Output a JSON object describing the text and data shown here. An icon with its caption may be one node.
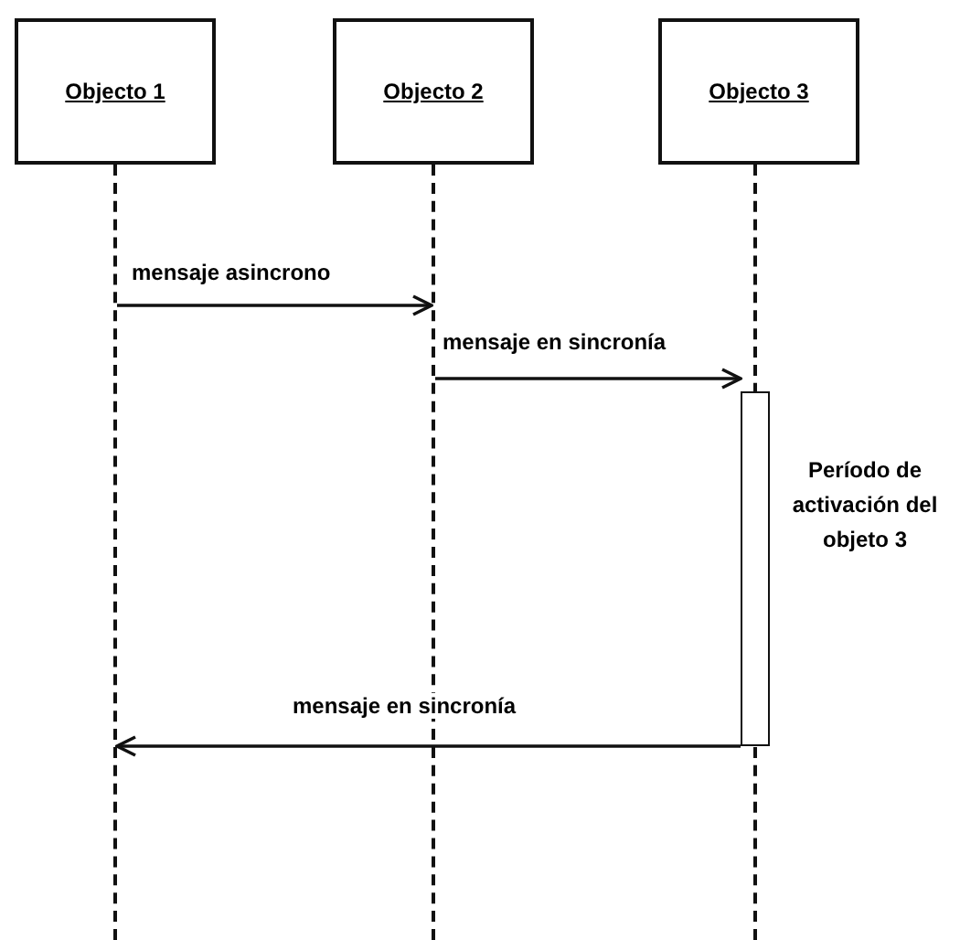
{
  "diagram": {
    "nodes": [
      {
        "text": [
          "Objecto 1"
        ]
      },
      {
        "text": [
          "Objecto 2"
        ]
      },
      {
        "text": [
          "Objecto 3"
        ]
      },
      {
        "text": [],
        "shape": "line"
      },
      {
        "text": [],
        "shape": "line"
      },
      {
        "text": [],
        "shape": "line"
      },
      {
        "text": [],
        "shape": "bar",
        "beside": [
          "Período de activación del objeto 3"
        ]
      }
    ],
    "edges": [
      {
        "from": 3,
        "to": 4,
        "arrow": "to",
        "label": "mensaje asincrono"
      },
      {
        "from": 4,
        "to": 6,
        "arrow": "to",
        "label": "mensaje en sincronía"
      },
      {
        "from": 6,
        "to": 3,
        "arrow": "to",
        "label": "mensaje en sincronía"
      }
    ]
  }
}
